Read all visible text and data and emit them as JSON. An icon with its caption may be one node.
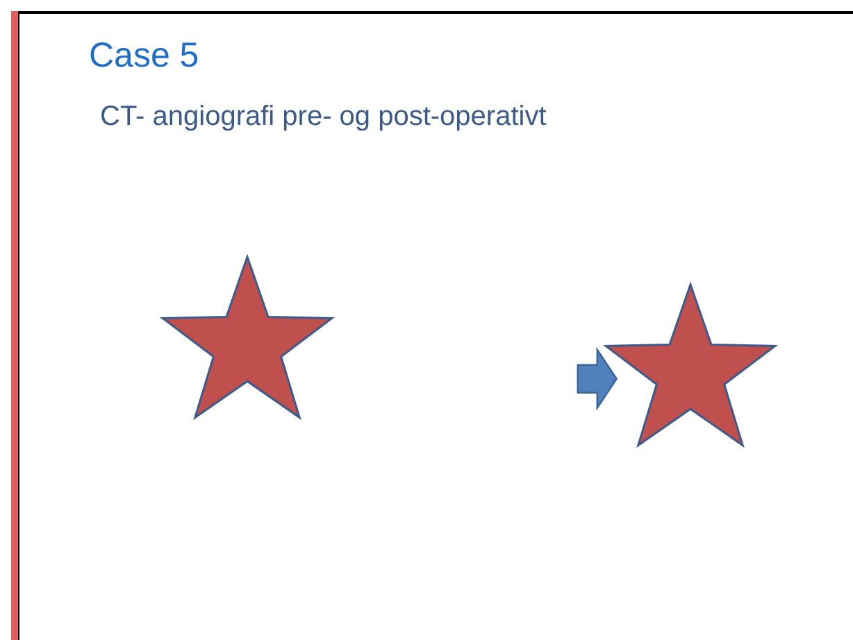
{
  "diagram": {
    "title": "Case 5",
    "nodes": [
      {
        "text": [],
        "shape": "star"
      },
      {
        "text": [],
        "shape": "star"
      }
    ],
    "edges": [
      {
        "from": null,
        "to": 1,
        "arrow": "to"
      }
    ],
    "labels": [
      "CT- angiografi pre- og post-operativt"
    ]
  }
}
